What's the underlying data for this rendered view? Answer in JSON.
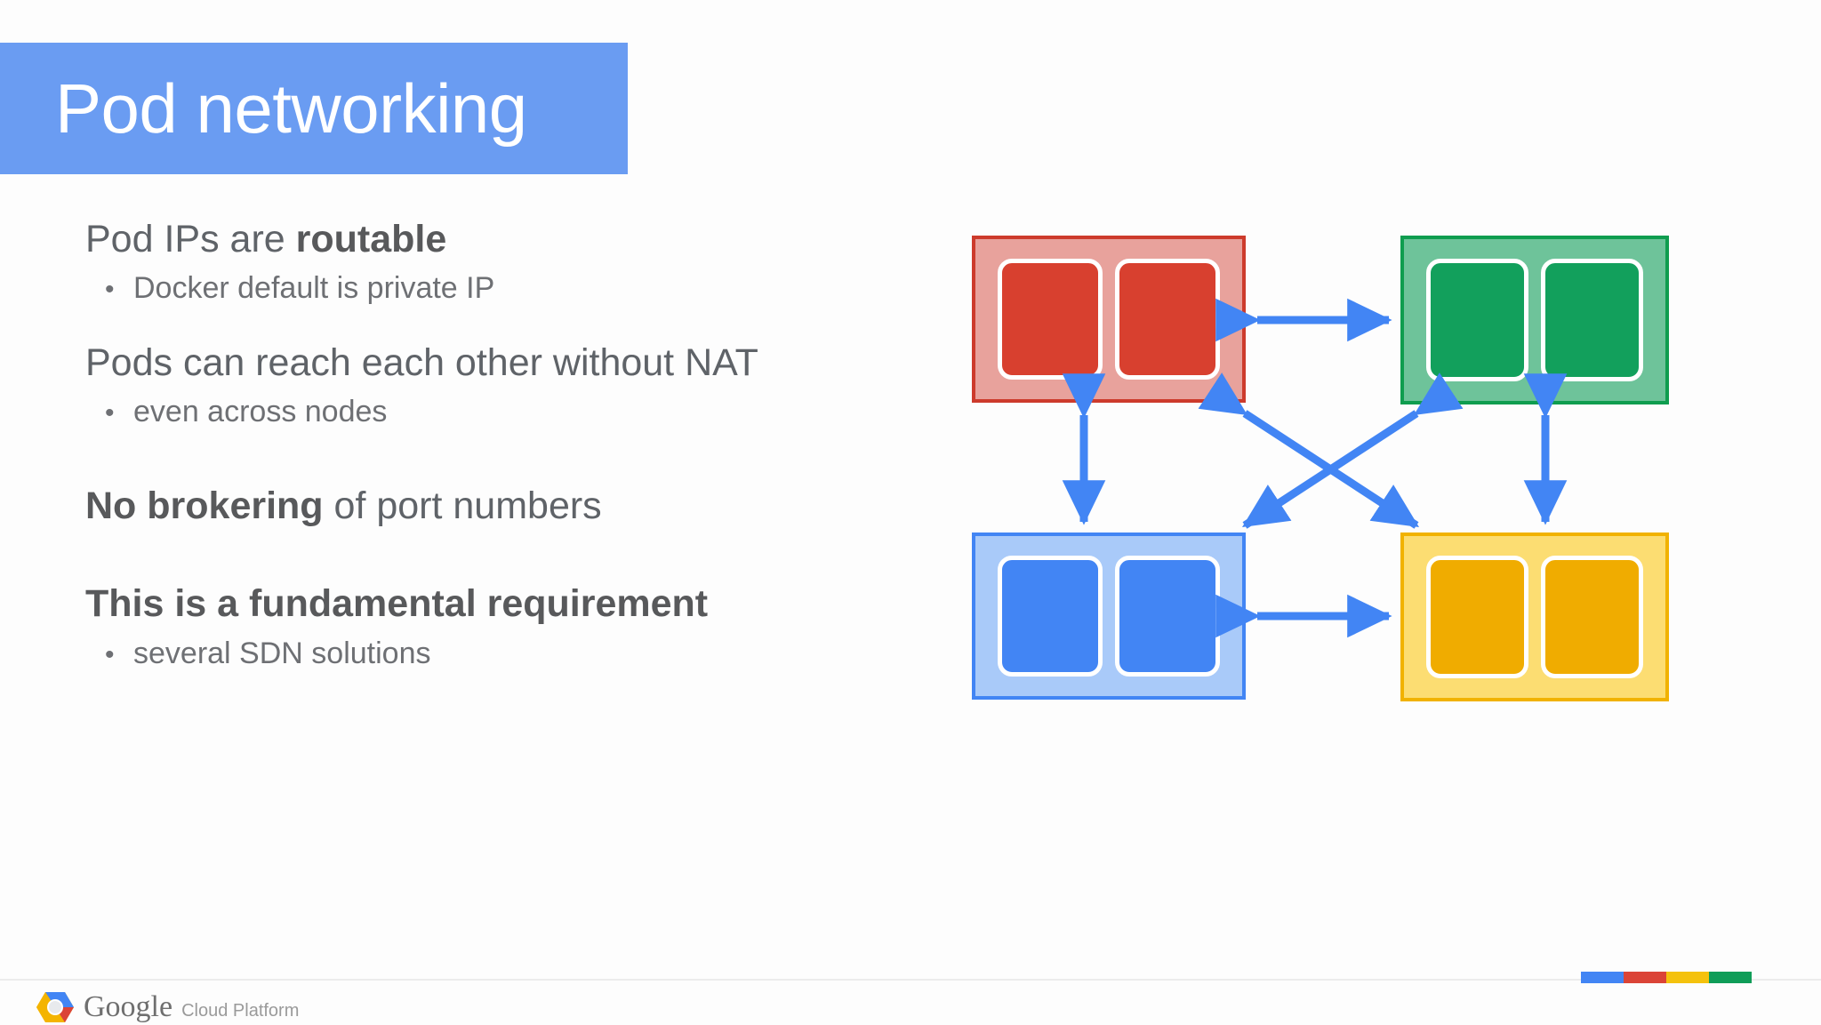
{
  "slide": {
    "title": "Pod networking",
    "title_bg_color": "#6a9cf2",
    "background_color": "#fdfdfd",
    "text_color": "#5f6368"
  },
  "body": {
    "groups": [
      {
        "lead_plain_1": "Pod IPs are ",
        "lead_strong": "routable",
        "lead_plain_2": "",
        "bullet_marker": "•",
        "bullet_text": "Docker default is private IP"
      },
      {
        "lead_plain_1": "Pods can reach each other without NAT",
        "lead_strong": "",
        "lead_plain_2": "",
        "bullet_marker": "•",
        "bullet_text": "even across nodes"
      },
      {
        "lead_plain_1": "",
        "lead_strong": "No brokering",
        "lead_plain_2": " of port numbers",
        "bullet_marker": "",
        "bullet_text": ""
      },
      {
        "lead_plain_1": "",
        "lead_strong": "This is a fundamental requirement",
        "lead_plain_2": "",
        "bullet_marker": "•",
        "bullet_text": "several SDN solutions"
      }
    ]
  },
  "diagram": {
    "description": "Four pods connected pairwise by bidirectional blue arrows",
    "arrow_color": "#4285f4",
    "nodes": [
      {
        "id": "red",
        "label": "pod-red",
        "fill": "#e8a29c",
        "border": "#cd3b2c",
        "inner": "#d8402f",
        "containers": 2
      },
      {
        "id": "green",
        "label": "pod-green",
        "fill": "#6ec39a",
        "border": "#0f9d4f",
        "inner": "#12a05c",
        "containers": 2
      },
      {
        "id": "blue",
        "label": "pod-blue",
        "fill": "#a9caf9",
        "border": "#4285f4",
        "inner": "#4285f4",
        "containers": 2
      },
      {
        "id": "yellow",
        "label": "pod-yellow",
        "fill": "#fcdd72",
        "border": "#f1b200",
        "inner": "#f0ac00",
        "containers": 2
      }
    ],
    "connections": [
      {
        "from": "red",
        "to": "green",
        "type": "bidirectional",
        "orientation": "horizontal"
      },
      {
        "from": "blue",
        "to": "yellow",
        "type": "bidirectional",
        "orientation": "horizontal"
      },
      {
        "from": "red",
        "to": "blue",
        "type": "bidirectional",
        "orientation": "vertical"
      },
      {
        "from": "green",
        "to": "yellow",
        "type": "bidirectional",
        "orientation": "vertical"
      },
      {
        "from": "red",
        "to": "yellow",
        "type": "bidirectional",
        "orientation": "diagonal"
      },
      {
        "from": "green",
        "to": "blue",
        "type": "bidirectional",
        "orientation": "diagonal"
      }
    ]
  },
  "footer": {
    "logo_word": "Google",
    "logo_sub": "Cloud Platform",
    "logo_icon": "google-cloud-hexagon-icon",
    "brand_bar_colors": [
      "#4285f4",
      "#db4437",
      "#f4c20d",
      "#0f9d58"
    ]
  }
}
